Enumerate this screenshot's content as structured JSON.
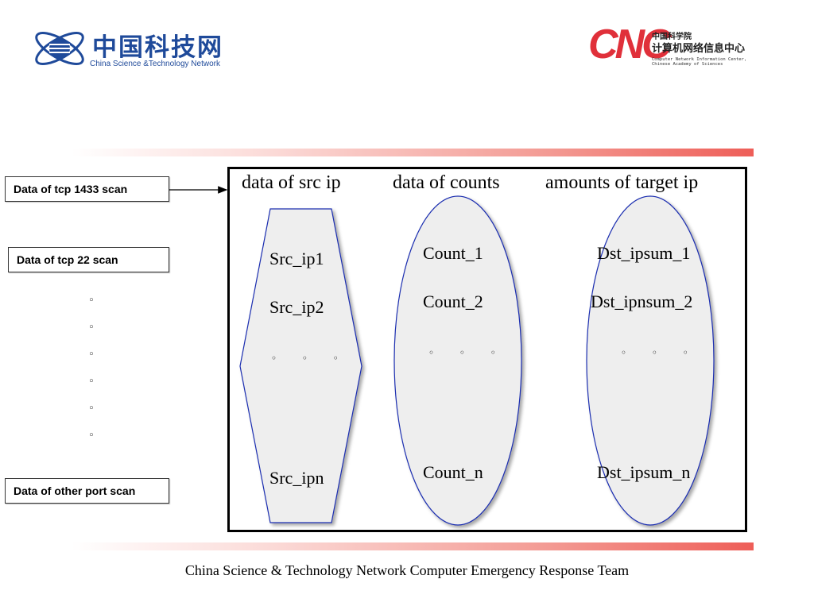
{
  "header": {
    "left_logo": {
      "icon": "atom-globe-icon",
      "chinese_name": "中国科技网",
      "english_name": "China Science &Technology Network"
    },
    "right_logo": {
      "mark": "CNC",
      "chinese_line1": "中国科学院",
      "chinese_line2": "计算机网络信息中心",
      "english_line1": "Computer Network Information Center,",
      "english_line2": "Chinese Academy of Sciences"
    }
  },
  "side_labels": {
    "tcp1433": "Data of tcp 1433 scan",
    "tcp22": "Data of tcp 22 scan",
    "other": "Data of other port scan",
    "dots": [
      "◦",
      "◦",
      "◦",
      "◦",
      "◦",
      "◦"
    ]
  },
  "columns": {
    "src": {
      "header": "data of src ip",
      "items": [
        "Src_ip1",
        "Src_ip2"
      ],
      "ellipsis": "◦ ◦ ◦",
      "last": "Src_ipn"
    },
    "counts": {
      "header": "data of counts",
      "items": [
        "Count_1",
        "Count_2"
      ],
      "ellipsis": "◦ ◦ ◦",
      "last": "Count_n"
    },
    "targets": {
      "header": "amounts of target ip",
      "items": [
        "Dst_ipsum_1",
        "Dst_ipnsum_2"
      ],
      "ellipsis": "◦ ◦ ◦",
      "last": "Dst_ipsum_n"
    }
  },
  "footer": {
    "text": "China Science & Technology Network Computer Emergency Response Team"
  },
  "colors": {
    "shape_fill": "#eeeeee",
    "shape_stroke_blue": "#1a2db0",
    "accent_red": "#ee5e58",
    "logo_blue": "#1f4a9a",
    "cnc_red": "#e0303a"
  }
}
